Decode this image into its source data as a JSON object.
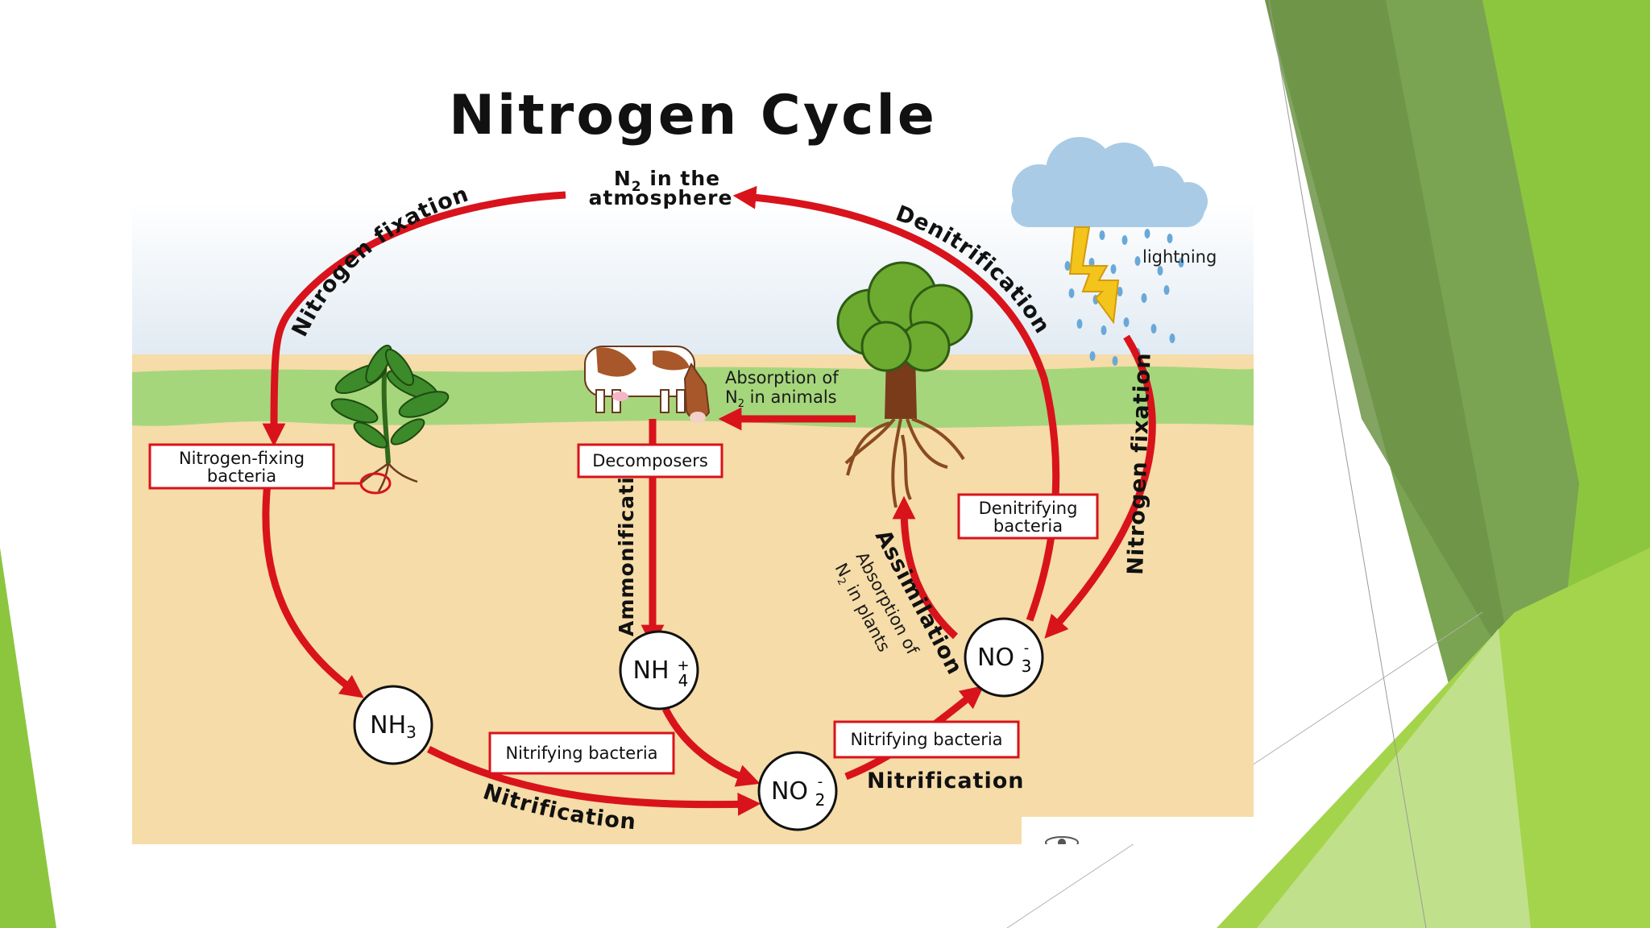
{
  "title": "Nitrogen Cycle",
  "colors": {
    "arrow": "#d8131c",
    "soil": "#f6dca8",
    "grass": "#a6d67c",
    "sky": "#e6eef6",
    "slide_green_dark": "#6e9a4c",
    "slide_green_light": "#9acb3c"
  },
  "atmosphere": {
    "label_line1": "N",
    "label_sub": "2",
    "label_line1_rest": " in the",
    "label_line2": "atmosphere"
  },
  "labels": {
    "lightning": "lightning",
    "absorption_animals_line1": "Absorption of",
    "absorption_animals_n": "N",
    "absorption_animals_sub": "2",
    "absorption_animals_rest": " in animals",
    "absorption_plants_line1": "Absorption of",
    "absorption_plants_n": "N",
    "absorption_plants_sub": "2",
    "absorption_plants_rest": " in plants"
  },
  "processes": {
    "nitrogen_fixation_left": "Nitrogen fixation",
    "nitrogen_fixation_right": "Nitrogen fixation",
    "denitrification": "Denitrification",
    "ammonification": "Ammonification",
    "assimilation": "Assimilation",
    "nitrification_bottom": "Nitrification",
    "nitrification_right": "Nitrification"
  },
  "boxes": {
    "nitrogen_fixing_line1": "Nitrogen-fixing",
    "nitrogen_fixing_line2": "bacteria",
    "decomposers": "Decomposers",
    "denitrifying_line1": "Denitrifying",
    "denitrifying_line2": "bacteria",
    "nitrifying_left": "Nitrifying bacteria",
    "nitrifying_right": "Nitrifying bacteria"
  },
  "nodes": {
    "nh3": {
      "base": "NH",
      "sub": "3",
      "sup": ""
    },
    "nh4": {
      "base": "NH",
      "sub": "4",
      "sup": "+"
    },
    "no2": {
      "base": "NO",
      "sub": "2",
      "sup": "-"
    },
    "no3": {
      "base": "NO",
      "sub": "3",
      "sup": "-"
    }
  },
  "icons": [
    "cloud-icon",
    "lightning-icon",
    "raindrops-icon",
    "tree-icon",
    "plant-icon",
    "cow-icon",
    "logo-icon"
  ]
}
